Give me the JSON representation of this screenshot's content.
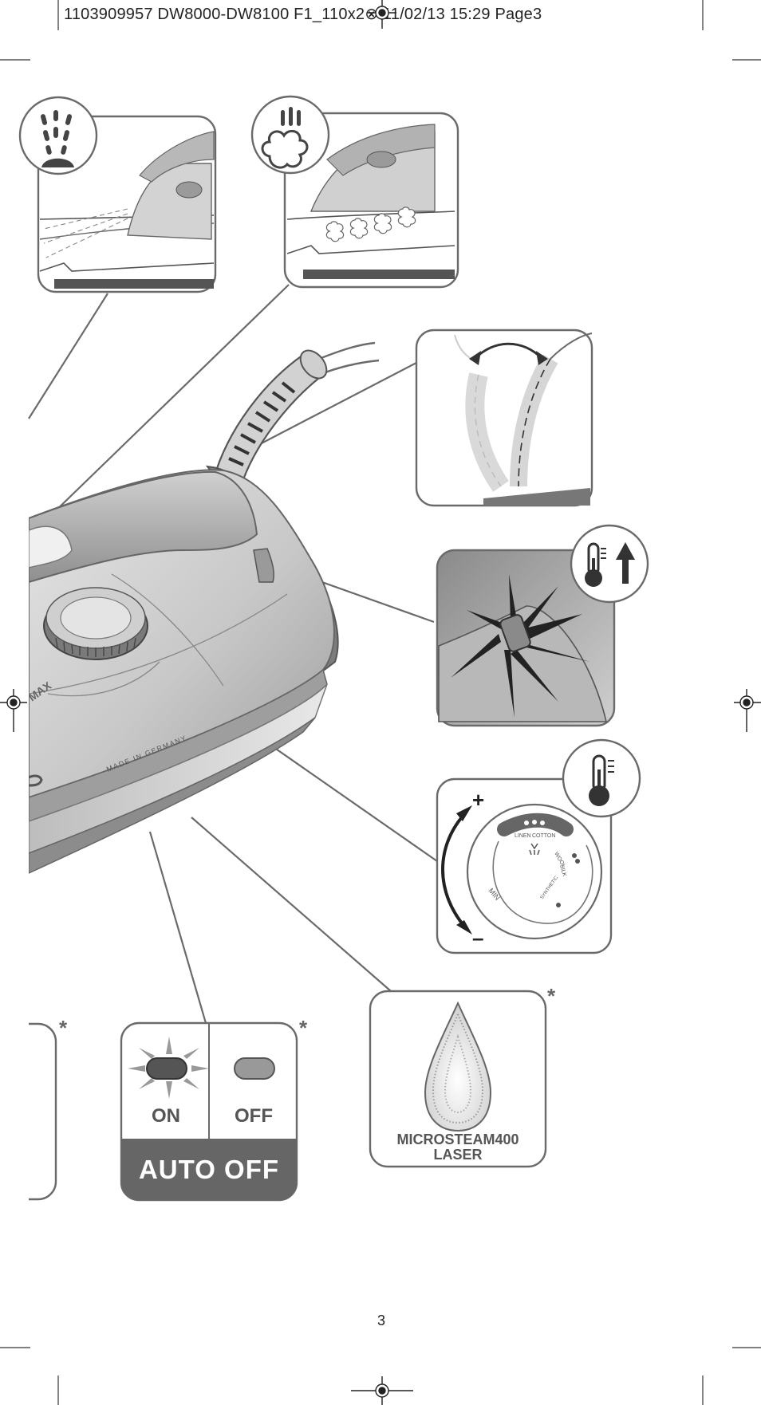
{
  "header": {
    "text": "1103909957 DW8000-DW8100 F1_110x2⊗ 11/02/13 15:29 Page3"
  },
  "dial": {
    "plus": "+",
    "minus": "–",
    "settings": [
      "LINEN",
      "COTTON",
      "WOOL",
      "SILK",
      "SYNTHETIC",
      "MIN"
    ]
  },
  "iron": {
    "body_text": "MADE IN GERMANY",
    "side_text_partial": "MAX"
  },
  "auto_off": {
    "on_label": "ON",
    "off_label": "OFF",
    "title": "AUTO OFF",
    "asterisk": "*"
  },
  "soleplate": {
    "line1": "MICROSTEAM400",
    "line2": "LASER",
    "asterisk": "*"
  },
  "left_panel": {
    "asterisk": "*"
  },
  "page_number": "3",
  "colors": {
    "stroke": "#6a6a6a",
    "dark_fill": "#666666",
    "body_light": "#d9d9d9",
    "body_mid": "#a8a8a8"
  }
}
